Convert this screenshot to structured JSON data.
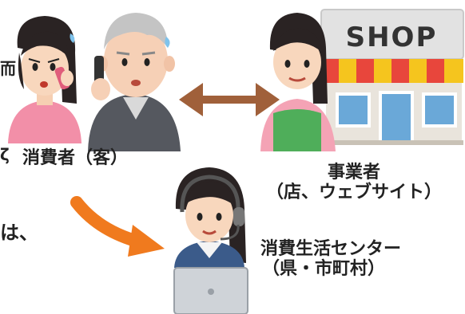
{
  "labels": {
    "consumer": "消費者（客）",
    "business_line1": "事業者",
    "business_line2": "（店、ウェブサイト）",
    "center_line1": "消費生活センター",
    "center_line2": "（県・市町村）"
  },
  "shop_sign": "SHOP",
  "edge_text": {
    "top": "而",
    "mid": "ζ",
    "bottom": "は、"
  },
  "colors": {
    "left_arrow": "#f07a1e",
    "double_arrow": "#a0603a",
    "awning_red": "#e8463c",
    "awning_yellow": "#f5c51e",
    "shop_wall": "#e9e4dc",
    "apron_green": "#4fae5a"
  },
  "icons": [
    "woman-on-phone-icon",
    "old-man-on-phone-icon",
    "shop-clerk-icon",
    "shop-building-icon",
    "call-center-operator-icon",
    "laptop-icon",
    "double-arrow-icon",
    "curved-arrow-icon"
  ]
}
